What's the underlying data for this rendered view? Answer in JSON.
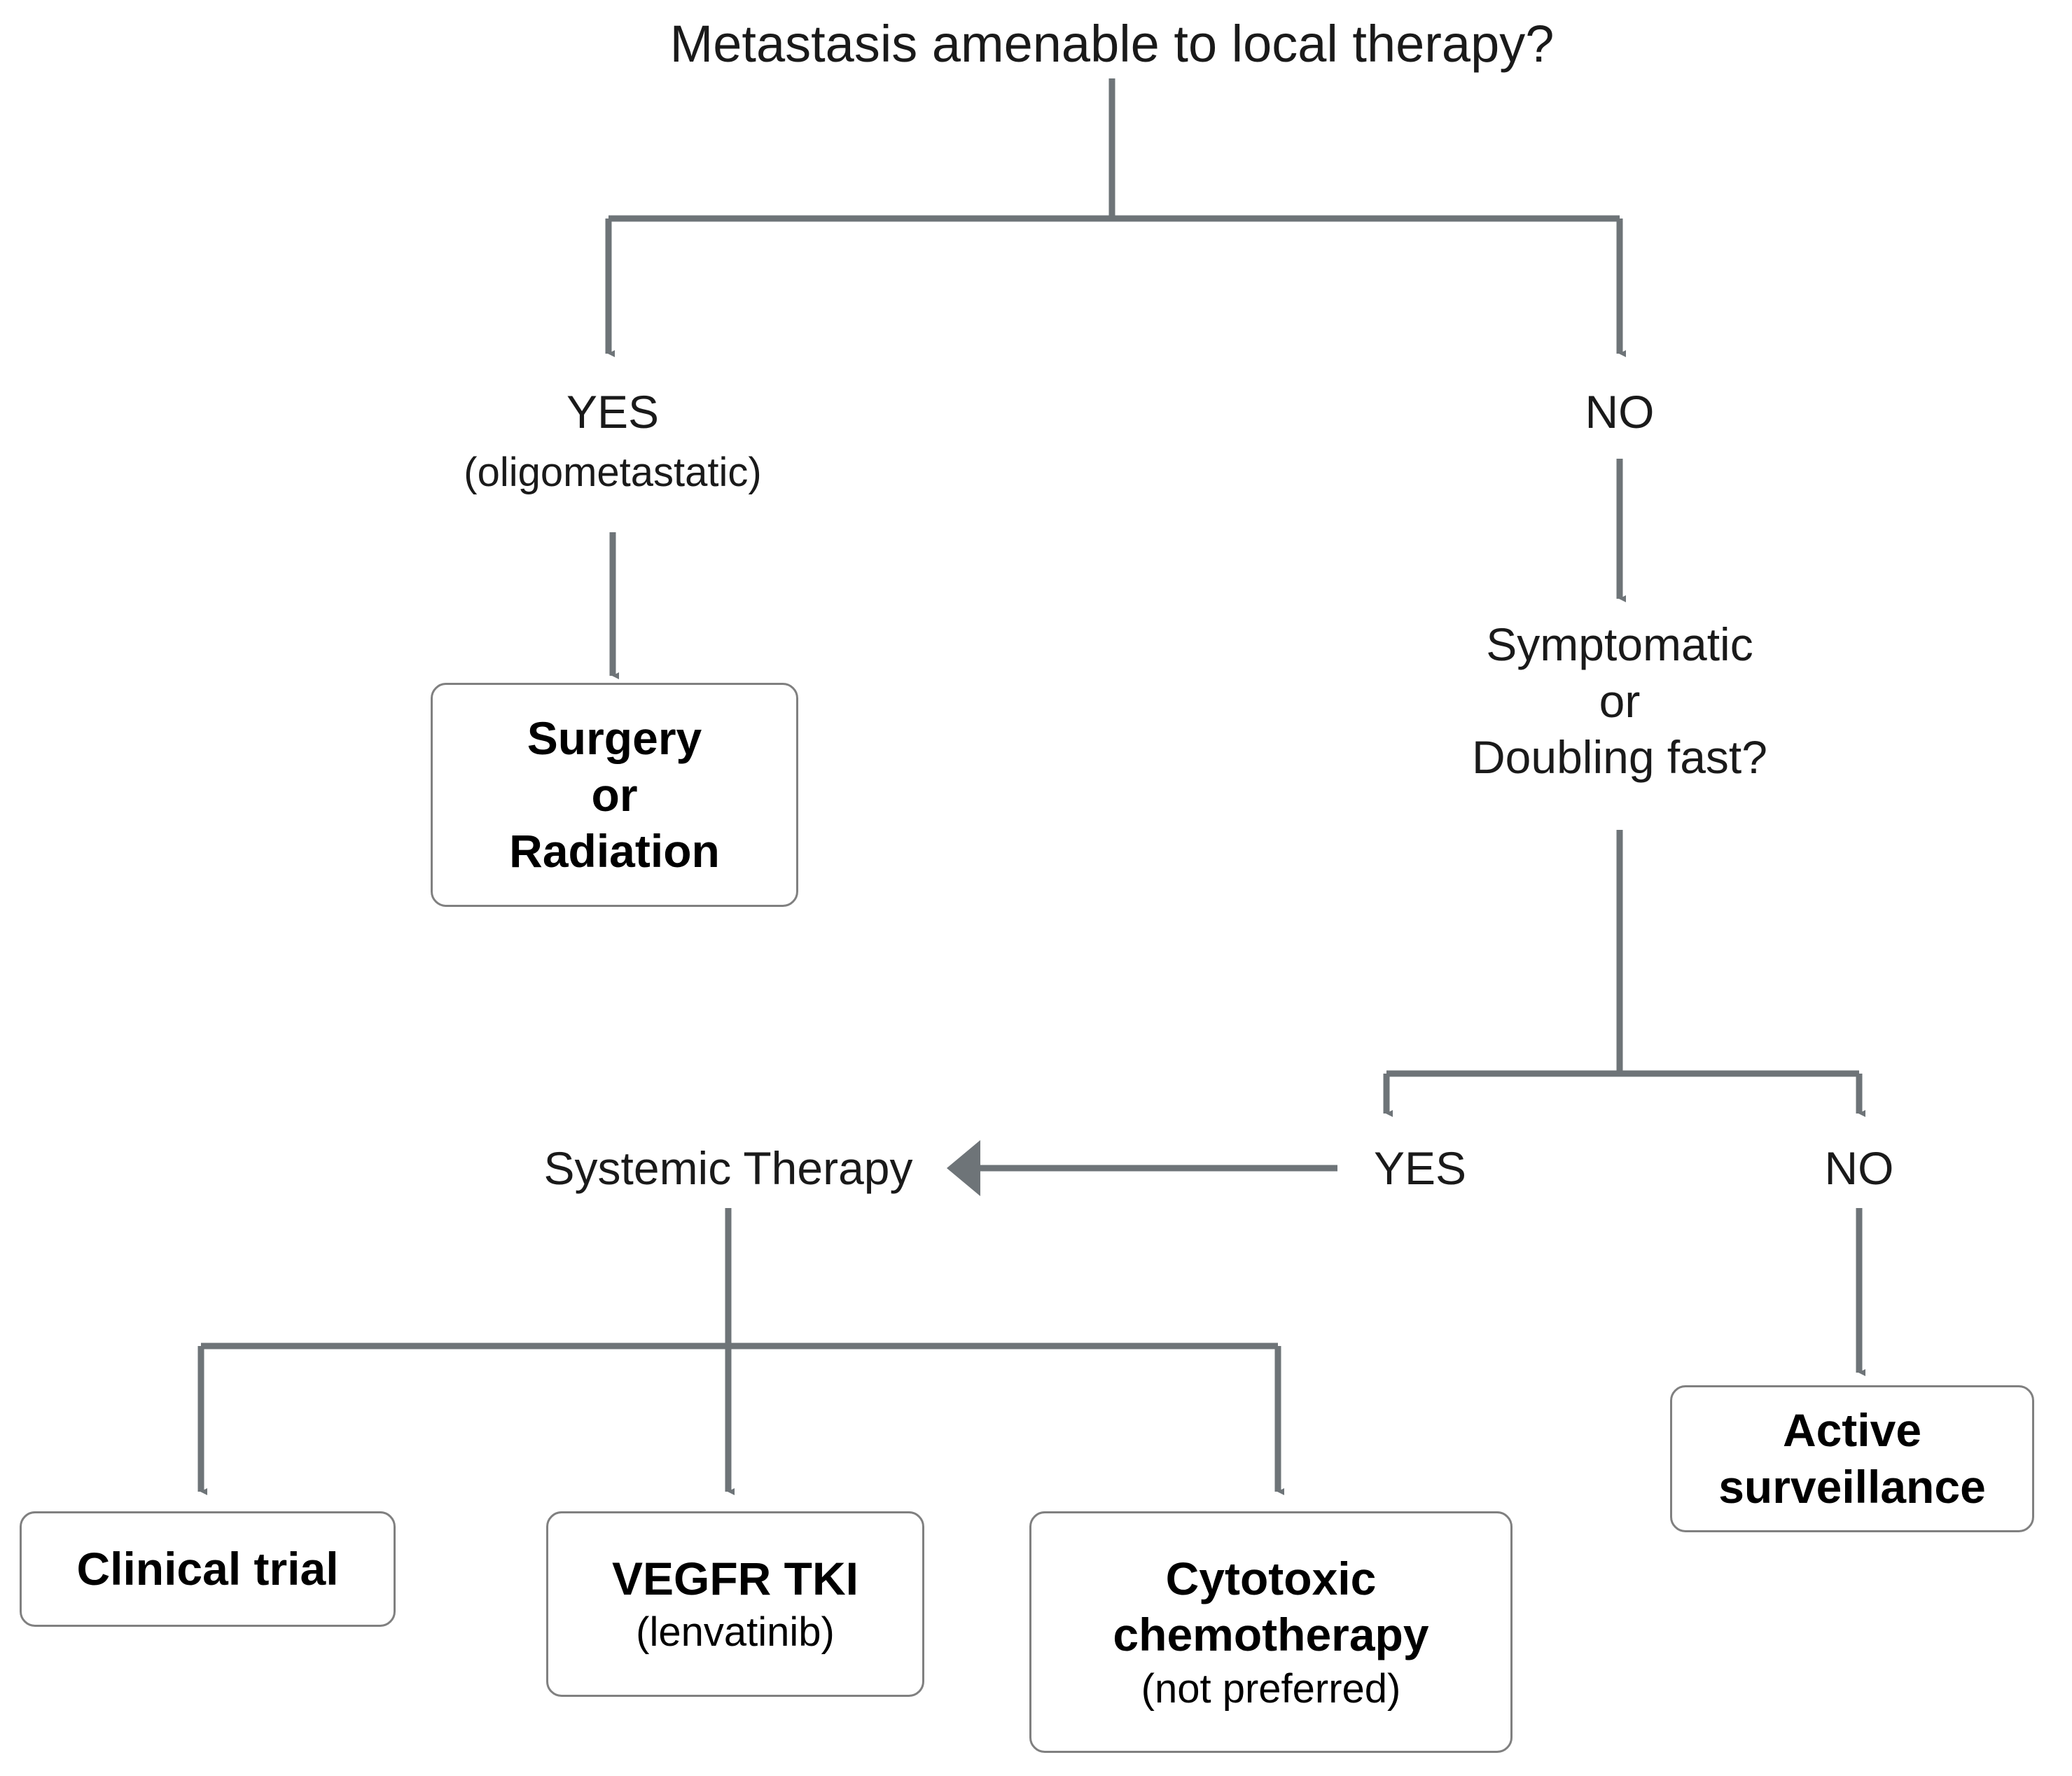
{
  "diagram": {
    "title": "Metastasis amenable to local therapy?",
    "type": "flowchart",
    "accent_color": "#6e7478",
    "box_border_color": "#808080",
    "text_color": "#1a1a1a",
    "background": "#ffffff"
  },
  "nodes": {
    "root_question": "Metastasis amenable to local therapy?",
    "branch_yes": {
      "label": "YES",
      "sub": "(oligometastatic)"
    },
    "branch_no": {
      "label": "NO"
    },
    "surgery_box": {
      "title": "Surgery\nor\nRadiation"
    },
    "symptomatic_question": "Symptomatic\nor\nDoubling fast?",
    "symptomatic_yes": "YES",
    "symptomatic_no": "NO",
    "systemic_therapy": "Systemic Therapy",
    "clinical_trial_box": {
      "title": "Clinical trial"
    },
    "vegfr_box": {
      "title": "VEGFR TKI",
      "sub": "(lenvatinib)"
    },
    "chemo_box": {
      "title": "Cytotoxic\nchemotherapy",
      "sub": "(not preferred)"
    },
    "active_surveillance_box": {
      "title": "Active\nsurveillance"
    }
  }
}
